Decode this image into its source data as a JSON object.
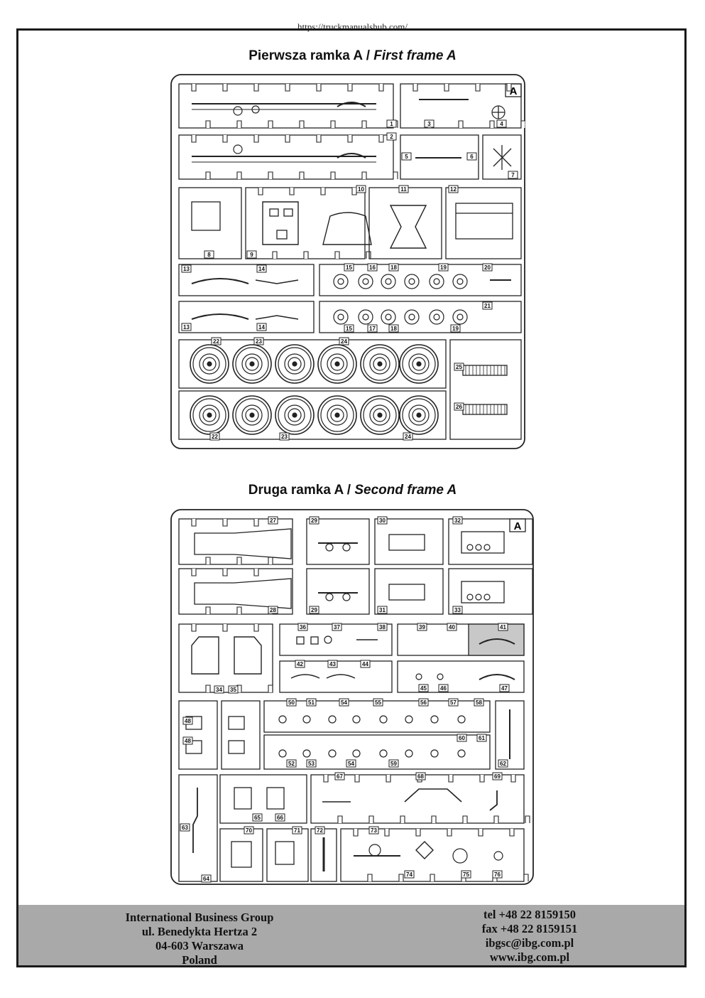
{
  "watermark_url": "https://truckmanualshub.com/",
  "frame1": {
    "title_pl": "Pierwsza ramka A",
    "separator": " / ",
    "title_en": "First frame A",
    "letter": "A",
    "part_numbers": [
      "1",
      "2",
      "3",
      "4",
      "5",
      "6",
      "7",
      "8",
      "9",
      "10",
      "11",
      "12",
      "13",
      "14",
      "15",
      "16",
      "18",
      "19",
      "20",
      "13",
      "14",
      "15",
      "17",
      "18",
      "19",
      "21",
      "22",
      "23",
      "24",
      "25",
      "26",
      "22",
      "23",
      "24"
    ]
  },
  "frame2": {
    "title_pl": "Druga ramka A",
    "separator": " / ",
    "title_en": "Second frame A",
    "letter": "A",
    "part_numbers": [
      "27",
      "29",
      "30",
      "32",
      "28",
      "29",
      "31",
      "33",
      "34",
      "35",
      "36",
      "37",
      "38",
      "39",
      "40",
      "41",
      "42",
      "43",
      "44",
      "45",
      "46",
      "47",
      "48",
      "48",
      "50",
      "51",
      "54",
      "55",
      "56",
      "57",
      "58",
      "52",
      "53",
      "54",
      "59",
      "60",
      "61",
      "62",
      "63",
      "64",
      "65",
      "66",
      "67",
      "68",
      "69",
      "70",
      "71",
      "72",
      "73",
      "74",
      "75",
      "76"
    ]
  },
  "footer": {
    "company": "International Business Group",
    "street": "ul. Benedykta  Hertza 2",
    "city": "04-603 Warszawa",
    "country": "Poland",
    "tel": "tel +48 22 8159150",
    "fax": "fax +48 22 8159151",
    "email": "ibgsc@ibg.com.pl",
    "web": "www.ibg.com.pl"
  },
  "colors": {
    "line": "#222222",
    "highlight": "#c8c8c8",
    "footer_bg": "#a9a9a9"
  }
}
